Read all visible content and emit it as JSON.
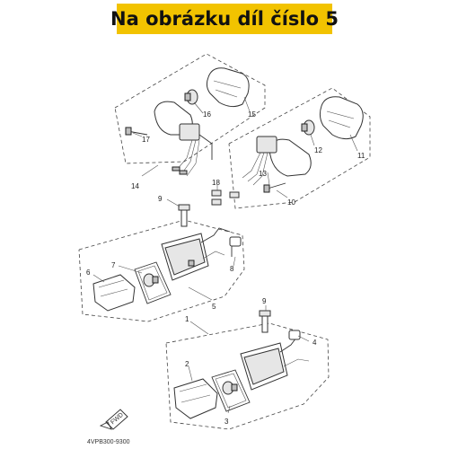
{
  "banner": {
    "text": "Na obrázku díl číslo 5",
    "color": "#f2c300"
  },
  "drawing_code": "4VPB300-9300",
  "fwd_label": "FWD",
  "callouts": {
    "n1": "1",
    "n2": "2",
    "n3": "3",
    "n4": "4",
    "n5": "5",
    "n6": "6",
    "n7": "7",
    "n8": "8",
    "n9a": "9",
    "n9b": "9",
    "n10": "10",
    "n11": "11",
    "n12": "12",
    "n13": "13",
    "n14": "14",
    "n15": "15",
    "n16": "16",
    "n17": "17",
    "n18": "18"
  }
}
